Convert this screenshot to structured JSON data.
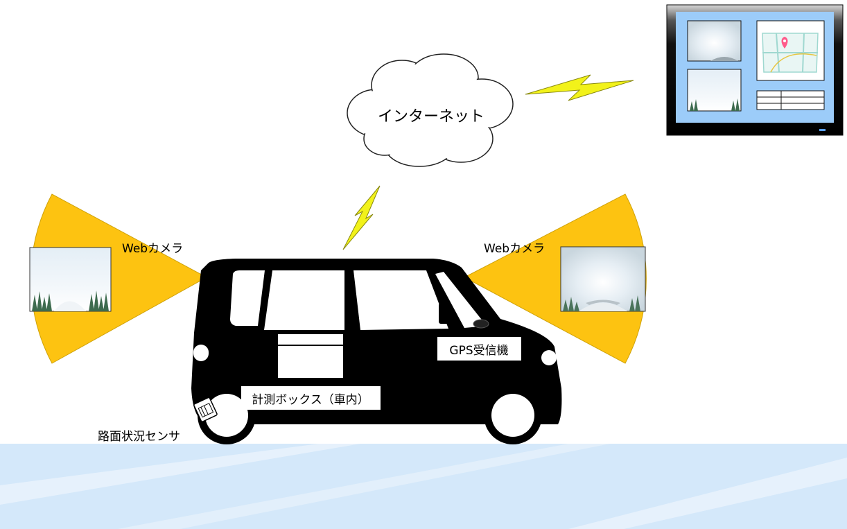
{
  "labels": {
    "internet": "インターネット",
    "web_camera_left": "Webカメラ",
    "web_camera_right": "Webカメラ",
    "gps_receiver": "GPS受信機",
    "measurement_box": "計測ボックス（車内）",
    "road_sensor": "路面状況センサ"
  },
  "colors": {
    "camera_fov": "#FDC311",
    "lightning": "#F2F21A",
    "road": "#D4E8FA",
    "car": "#000000",
    "monitor_screen": "#9CCCF9"
  }
}
